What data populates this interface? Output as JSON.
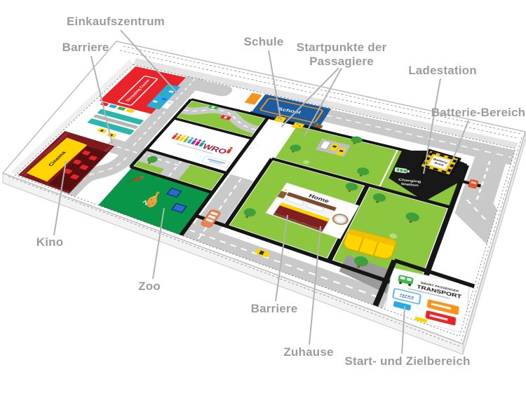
{
  "annotations": {
    "einkaufszentrum": "Einkaufszentrum",
    "barriere_top": "Barriere",
    "schule": "Schule",
    "startpunkte_line1": "Startpunkte der",
    "startpunkte_line2": "Passagiere",
    "ladestation": "Ladestation",
    "batterie_bereich": "Batterie-Bereich",
    "kino": "Kino",
    "zoo": "Zoo",
    "barriere_bottom": "Barriere",
    "zuhause": "Zuhause",
    "start_ziel": "Start- und Zielbereich"
  },
  "mat": {
    "shopping_center": "Shopping Center",
    "cinema": "Cinema",
    "school": "School",
    "zoo": "Zoo",
    "home": "Home",
    "battery_line1": "Battery",
    "battery_line2": "Area",
    "charging_line1": "Charging",
    "charging_line2": "Station",
    "wro": "WRO",
    "transport_line1": "SMART PASSENGER",
    "transport_line2": "TRANSPORT",
    "ibm": "IBM"
  },
  "colors": {
    "label_gray": "#9c9c9c",
    "leader_gray": "#b3b3b3",
    "mat_green": "#8dc63f",
    "zoo_green": "#0a9648",
    "road_gray": "#c9c9c9",
    "line_black": "#151515",
    "shopping_red": "#e8232a",
    "school_blue": "#1d5c9f",
    "cinema_yellow": "#ffd400",
    "curtain_red": "#7d1a1d",
    "station_black": "#181818",
    "hazard_yellow": "#f0c419",
    "taxi_yellow": "#ffd500",
    "platform_teal": "#2bb7ae",
    "accent_orange": "#f7941d",
    "ibm_blue": "#1f70c1"
  }
}
